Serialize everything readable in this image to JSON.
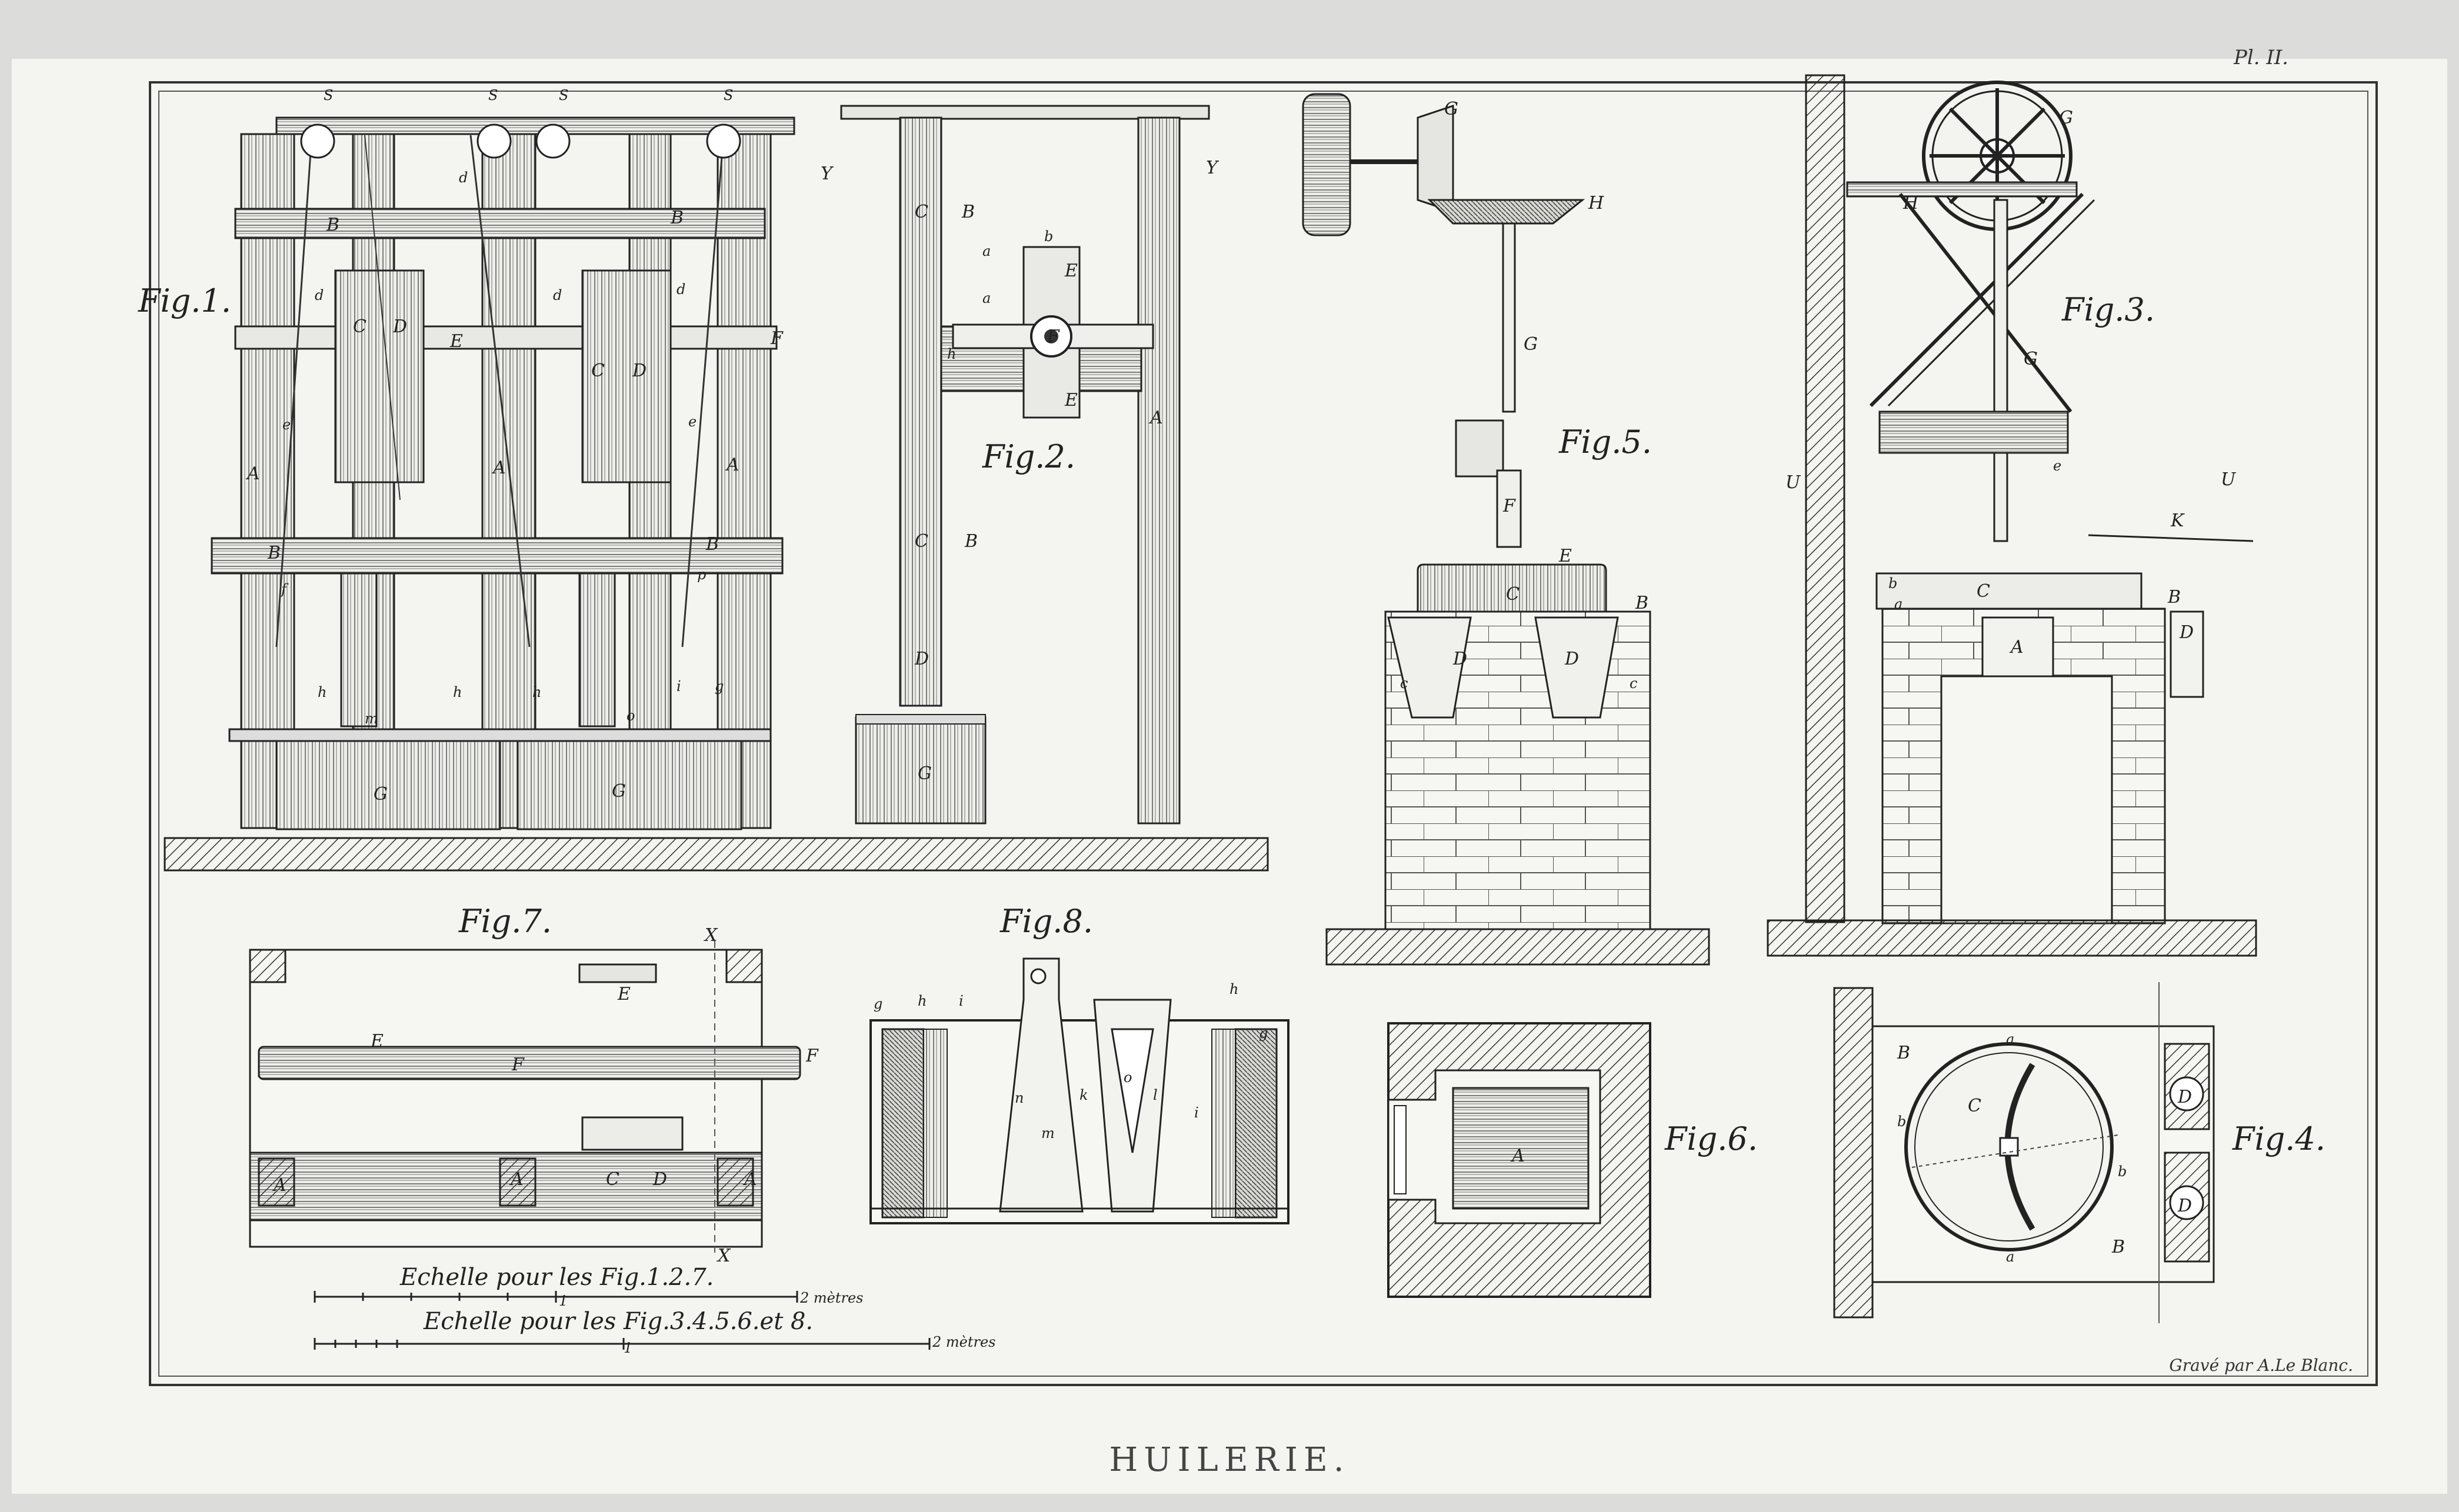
{
  "plate": {
    "number": "Pl. II.",
    "title": "HUILERIE.",
    "engraver": "Gravé par A.Le Blanc."
  },
  "figures": {
    "fig1": "Fig.1.",
    "fig2": "Fig.2.",
    "fig3": "Fig.3.",
    "fig4": "Fig.4.",
    "fig5": "Fig.5.",
    "fig6": "Fig.6.",
    "fig7": "Fig.7.",
    "fig8": "Fig.8."
  },
  "scales": {
    "scale1_caption": "Echelle pour les Fig.1.2.7.",
    "scale1_end": "2 mètres",
    "scale2_caption": "Echelle pour les Fig.3.4.5.6.et 8.",
    "scale2_end": "2 mètres"
  },
  "letters": {
    "A": "A",
    "B": "B",
    "C": "C",
    "D": "D",
    "E": "E",
    "F": "F",
    "G": "G",
    "H": "H",
    "K": "K",
    "U": "U",
    "X": "X",
    "Y": "Y",
    "S": "S",
    "a": "a",
    "b": "b",
    "c": "c",
    "d": "d",
    "e": "e",
    "f": "f",
    "g": "g",
    "h": "h",
    "i": "i",
    "k": "k",
    "l": "l",
    "m": "m",
    "n": "n",
    "o": "o",
    "p": "p",
    "one": "1"
  },
  "colors": {
    "paper": "#f4f4f1",
    "ink": "#2a2a2a",
    "background": "#dcdcda"
  }
}
